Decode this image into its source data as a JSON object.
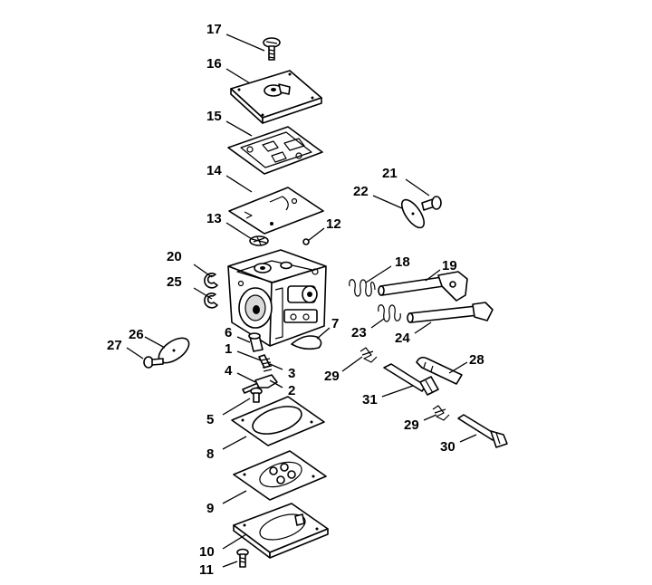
{
  "callouts": [
    {
      "id": "17",
      "text": "17"
    },
    {
      "id": "16",
      "text": "16"
    },
    {
      "id": "15",
      "text": "15"
    },
    {
      "id": "14",
      "text": "14"
    },
    {
      "id": "13",
      "text": "13"
    },
    {
      "id": "12",
      "text": "12"
    },
    {
      "id": "21",
      "text": "21"
    },
    {
      "id": "22",
      "text": "22"
    },
    {
      "id": "20",
      "text": "20"
    },
    {
      "id": "25",
      "text": "25"
    },
    {
      "id": "18",
      "text": "18"
    },
    {
      "id": "19",
      "text": "19"
    },
    {
      "id": "23",
      "text": "23"
    },
    {
      "id": "24",
      "text": "24"
    },
    {
      "id": "6",
      "text": "6"
    },
    {
      "id": "7",
      "text": "7"
    },
    {
      "id": "1",
      "text": "1"
    },
    {
      "id": "3",
      "text": "3"
    },
    {
      "id": "4",
      "text": "4"
    },
    {
      "id": "2",
      "text": "2"
    },
    {
      "id": "5",
      "text": "5"
    },
    {
      "id": "26",
      "text": "26"
    },
    {
      "id": "27",
      "text": "27"
    },
    {
      "id": "28",
      "text": "28"
    },
    {
      "id": "29a",
      "text": "29"
    },
    {
      "id": "31",
      "text": "31"
    },
    {
      "id": "29b",
      "text": "29"
    },
    {
      "id": "30",
      "text": "30"
    },
    {
      "id": "8",
      "text": "8"
    },
    {
      "id": "9",
      "text": "9"
    },
    {
      "id": "10",
      "text": "10"
    },
    {
      "id": "11",
      "text": "11"
    }
  ]
}
